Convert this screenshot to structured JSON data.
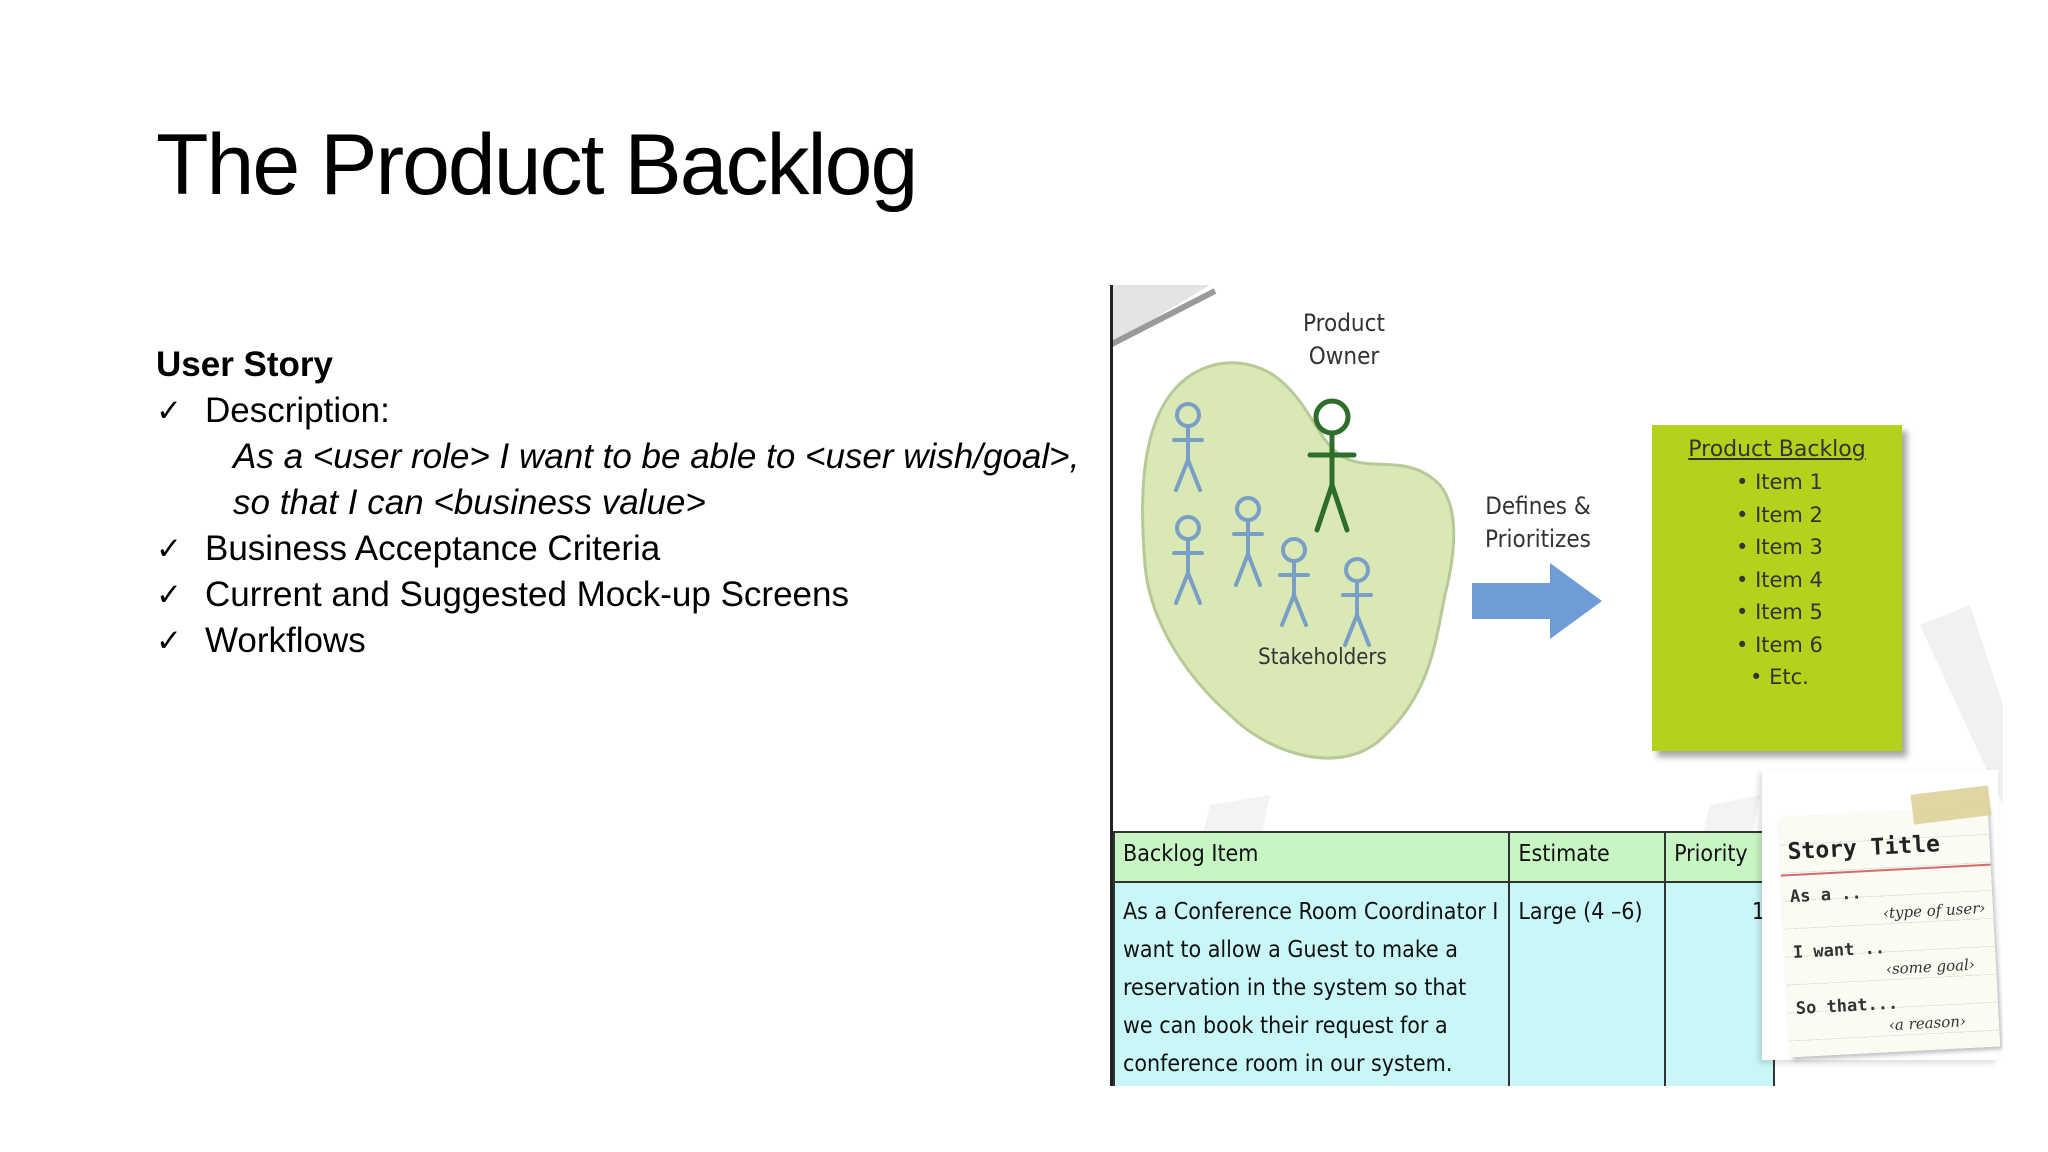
{
  "slide": {
    "title": "The Product Backlog",
    "heading": "User Story",
    "bullets": {
      "description_label": "Description:",
      "description_line1": "As a <user role> I want to be able to <user wish/goal>,",
      "description_line2": "so that I can <business value>",
      "item2": "Business Acceptance Criteria",
      "item3": "Current and Suggested Mock-up Screens",
      "item4": "Workflows"
    }
  },
  "figure": {
    "product_owner_line1": "Product",
    "product_owner_line2": "Owner",
    "stakeholders": "Stakeholders",
    "defines_line1": "Defines &",
    "defines_line2": "Prioritizes",
    "backlog_box": {
      "title": "Product Backlog",
      "items": [
        "Item 1",
        "Item 2",
        "Item 3",
        "Item 4",
        "Item 5",
        "Item 6",
        "Etc."
      ]
    },
    "table": {
      "headers": [
        "Backlog Item",
        "Estimate",
        "Priority"
      ],
      "row": {
        "item": "As a Conference Room Coordinator I want to allow a Guest to make a reservation in the system so that we can book their request for a conference room in our system.",
        "estimate": "Large (4 –6)",
        "priority": "1"
      }
    },
    "story_card": {
      "title": "Story Title",
      "as_a": "As a ..",
      "type_of_user": "‹type of user›",
      "i_want": "I want ..",
      "some_goal": "‹some goal›",
      "so_that": "So that...",
      "a_reason": "‹a reason›"
    },
    "colors": {
      "stakeholder_blob": "#d9e8b4",
      "stick_figure": "#7a9fc6",
      "owner_figure": "#2f6e2a",
      "arrow": "#6f9bd6",
      "backlog_box": "#b6d11c",
      "table_header": "#c8f5c4",
      "table_body": "#c9f6f7"
    }
  }
}
